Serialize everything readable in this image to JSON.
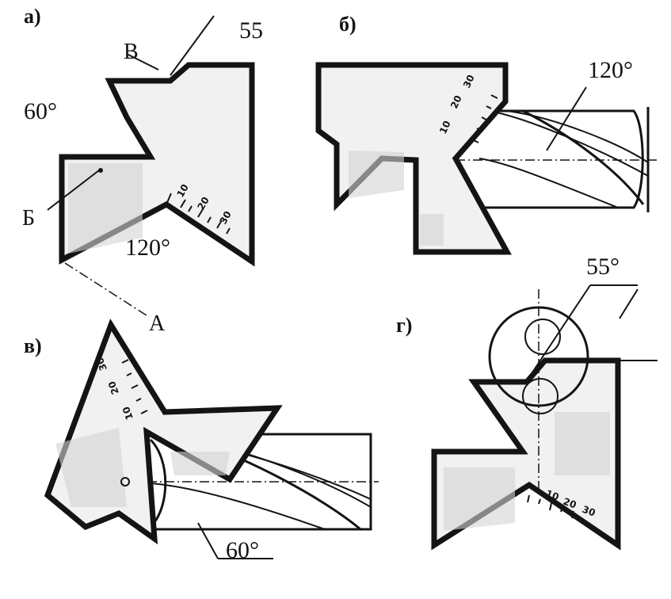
{
  "panels": {
    "a": "а)",
    "b": "б)",
    "v": "в)",
    "g": "г)"
  },
  "labels": {
    "a_angle_55": "55",
    "a_point_v": "В",
    "a_angle_60": "60°",
    "a_point_b": "Б",
    "a_angle_120": "120°",
    "a_point_a": "А",
    "b_angle_120": "120°",
    "v_angle_60": "60°",
    "g_angle_55": "55°"
  },
  "scales": {
    "a": [
      "10",
      "20",
      "30"
    ],
    "b": [
      "10",
      "20",
      "30"
    ],
    "v": [
      "10",
      "20",
      "30"
    ],
    "g": [
      "10",
      "20",
      "30"
    ]
  }
}
